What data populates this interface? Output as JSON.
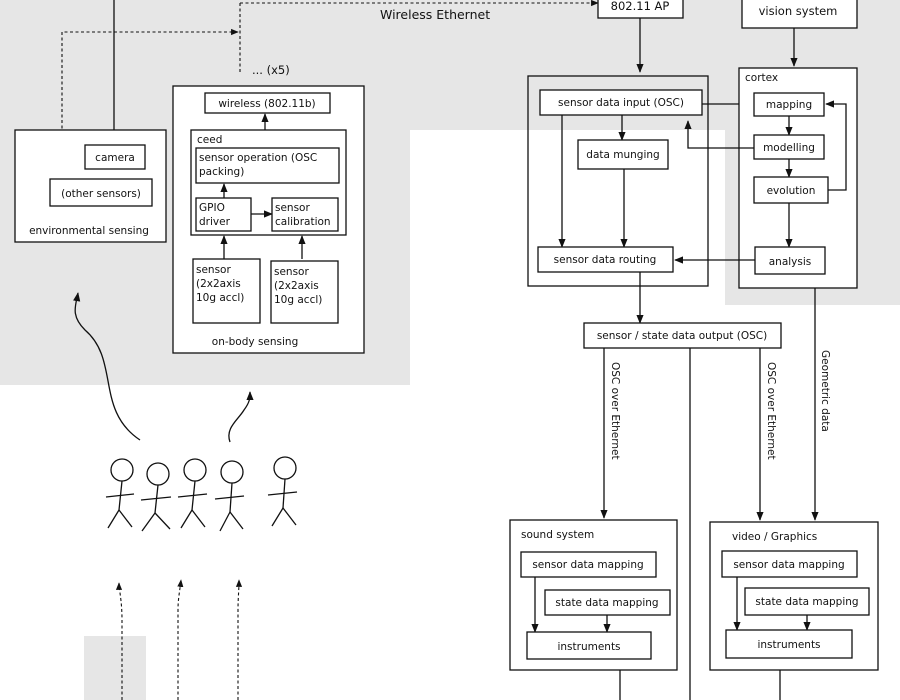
{
  "labels": {
    "wireless_ethernet": "Wireless Ethernet",
    "ap": "802.11 AP",
    "vision_system": "vision system",
    "x5": "... (x5)",
    "wireless_radio": "wireless (802.11b)",
    "ceed": "ceed",
    "sensor_operation_1": "sensor operation (OSC",
    "sensor_operation_2": "packing)",
    "gpio_1": "GPIO",
    "gpio_2": "driver",
    "calibration_1": "sensor",
    "calibration_2": "calibration",
    "sensor_a_1": "sensor",
    "sensor_a_2": "(2x2axis",
    "sensor_a_3": "10g accl)",
    "sensor_b_1": "sensor",
    "sensor_b_2": "(2x2axis",
    "sensor_b_3": "10g accl)",
    "on_body_sensing": "on-body sensing",
    "camera": "camera",
    "other_sensors": "(other sensors)",
    "environmental_sensing": "environmental sensing",
    "sensor_data_input": "sensor data input (OSC)",
    "data_munging": "data munging",
    "sensor_data_routing": "sensor data routing",
    "cortex": "cortex",
    "mapping": "mapping",
    "modelling": "modelling",
    "evolution": "evolution",
    "analysis": "analysis",
    "state_output": "sensor / state data output (OSC)",
    "osc_ethernet_1": "OSC over Ethernet",
    "osc_ethernet_2": "OSC over Ethernet",
    "geometric_data": "Geometric data",
    "sound_system": "sound system",
    "snd_sensor_mapping": "sensor data mapping",
    "snd_state_mapping": "state data mapping",
    "snd_instruments": "instruments",
    "video_graphics": "video / Graphics",
    "vid_sensor_mapping": "sensor data mapping",
    "vid_state_mapping": "state data mapping",
    "vid_instruments": "instruments"
  }
}
